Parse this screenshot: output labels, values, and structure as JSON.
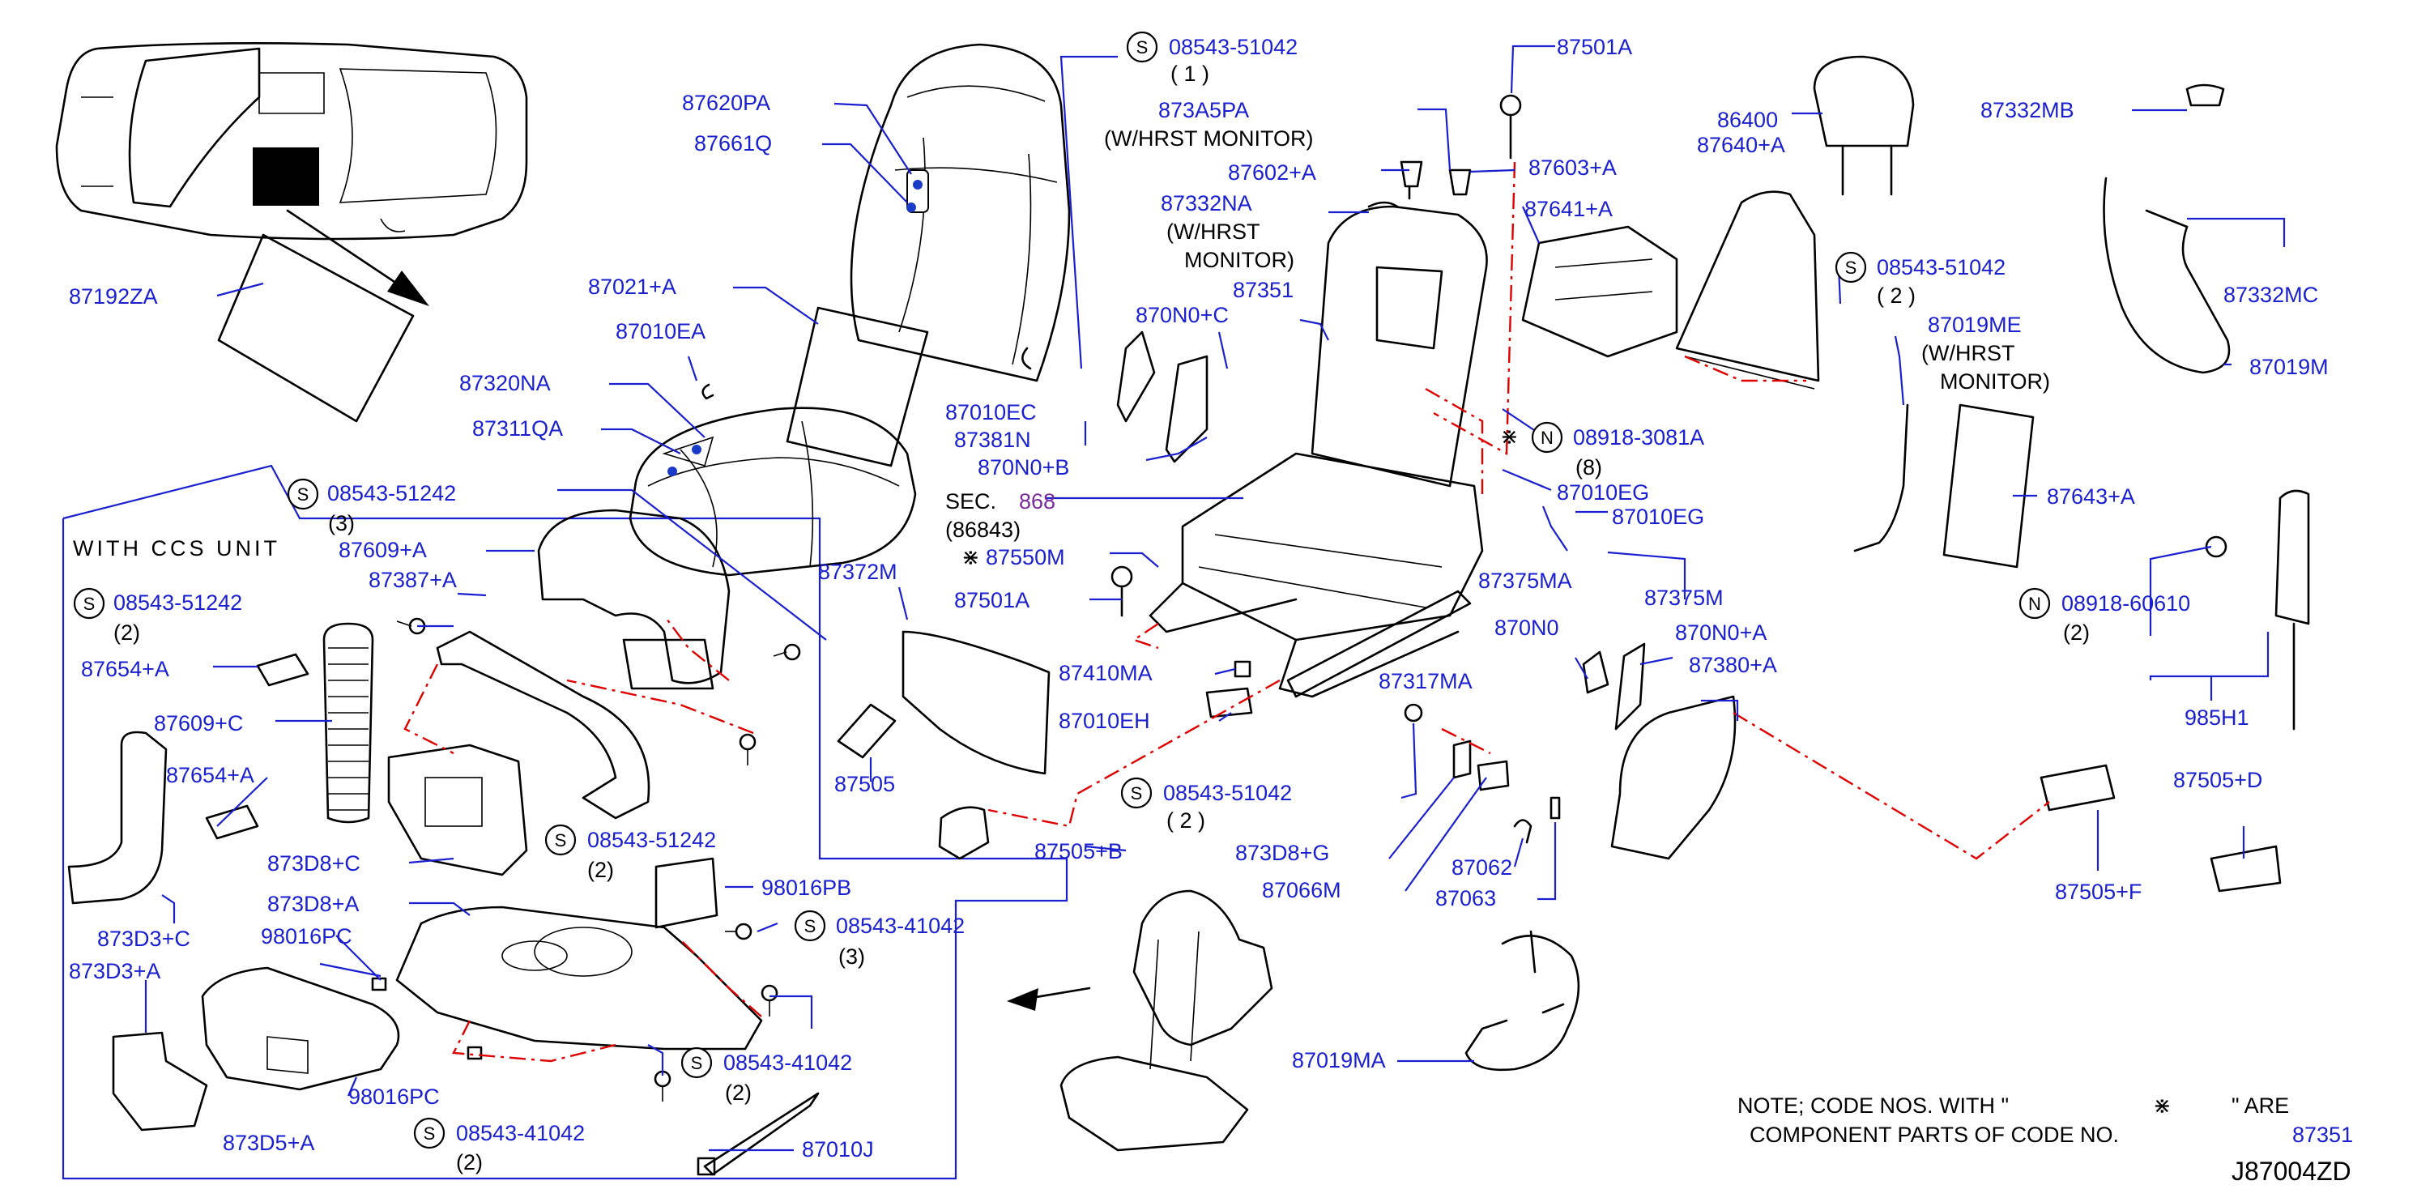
{
  "labels": {
    "l87192za": "87192ZA",
    "l87620pa": "87620PA",
    "l87661q": "87661Q",
    "l87021a": "87021+A",
    "l87010ea": "87010EA",
    "l87320na": "87320NA",
    "l87311qa": "87311QA",
    "l08543_51242a": "08543-51242",
    "l3a": "(3)",
    "with_ccs": "WITH   CCS   UNIT",
    "l87609a": "87609+A",
    "l87387a": "87387+A",
    "l08543_51242b": "08543-51242",
    "l2b": "(2)",
    "l87654a": "87654+A",
    "l87609c": "87609+C",
    "l87654a2": "87654+A",
    "l873d8c": "873D8+C",
    "l873d8a": "873D8+A",
    "l98016pc": "98016PC",
    "l873d3c": "873D3+C",
    "l873d3a": "873D3+A",
    "l98016pc2": "98016PC",
    "l873d5a": "873D5+A",
    "l08543_51242c": "08543-51242",
    "l2c": "(2)",
    "l98016pb": "98016PB",
    "l08543_41042a": "08543-41042",
    "l3d": "(3)",
    "l08543_41042b": "08543-41042",
    "l2e": "(2)",
    "l08543_41042c": "08543-41042",
    "l2f": "(2)",
    "l87010j": "87010J",
    "l08543_51042a": "08543-51042",
    "l1a": "( 1 )",
    "l873a5pa": "873A5PA",
    "whrst1": "(W/HRST   MONITOR)",
    "l87602a": "87602+A",
    "l87332na": "87332NA",
    "whrst2a": "(W/HRST",
    "whrst2b": "MONITOR)",
    "l87351": "87351",
    "l870n0c": "870N0+C",
    "l87010ec": "87010EC",
    "l87381n": "87381N",
    "l870n0b": "870N0+B",
    "sec": "SEC.",
    "sec_num": "868",
    "sec_sub": "(86843)",
    "l87550m": "87550M",
    "l87372m": "87372M",
    "l87501a": "87501A",
    "l87410ma": "87410MA",
    "l87010eh": "87010EH",
    "l87505": "87505",
    "l08543_51042b": "08543-51042",
    "l2g": "( 2 )",
    "l87505b": "87505+B",
    "l87501a_top": "87501A",
    "l87603a": "87603+A",
    "l87641a": "87641+A",
    "l08918_3081a": "08918-3081A",
    "l8": "(8)",
    "l87010eg": "87010EG",
    "l87010eg2": "87010EG",
    "l87375ma": "87375MA",
    "l87375m": "87375M",
    "l870n0": "870N0",
    "l870n0a": "870N0+A",
    "l87380a": "87380+A",
    "l87317ma": "87317MA",
    "l873d8g": "873D8+G",
    "l87066m": "87066M",
    "l87062": "87062",
    "l87063": "87063",
    "l87019ma": "87019MA",
    "l86400": "86400",
    "l87640a": "87640+A",
    "l08543_51042c": "08543-51042",
    "l2h": "( 2 )",
    "l87019me": "87019ME",
    "whrst3a": "(W/HRST",
    "whrst3b": "MONITOR)",
    "l87332mb": "87332MB",
    "l87332mc": "87332MC",
    "l87019m": "87019M",
    "l87643a": "87643+A",
    "l08918_60610": "08918-60610",
    "l2i": "(2)",
    "l985h1": "985H1",
    "l87505d": "87505+D",
    "l87505f": "87505+F",
    "note1": "NOTE;  CODE  NOS.  WITH  \"",
    "note1b": "\"  ARE",
    "note2": "COMPONENT  PARTS  OF  CODE  NO.",
    "note_code": "87351",
    "diagram_id": "J87004ZD",
    "s": "S",
    "n": "N"
  },
  "colors": {
    "label_blue": "#1a1fd0",
    "callout_red": "#e00000",
    "section_purple": "#7a2a9a",
    "line_black": "#000000"
  }
}
